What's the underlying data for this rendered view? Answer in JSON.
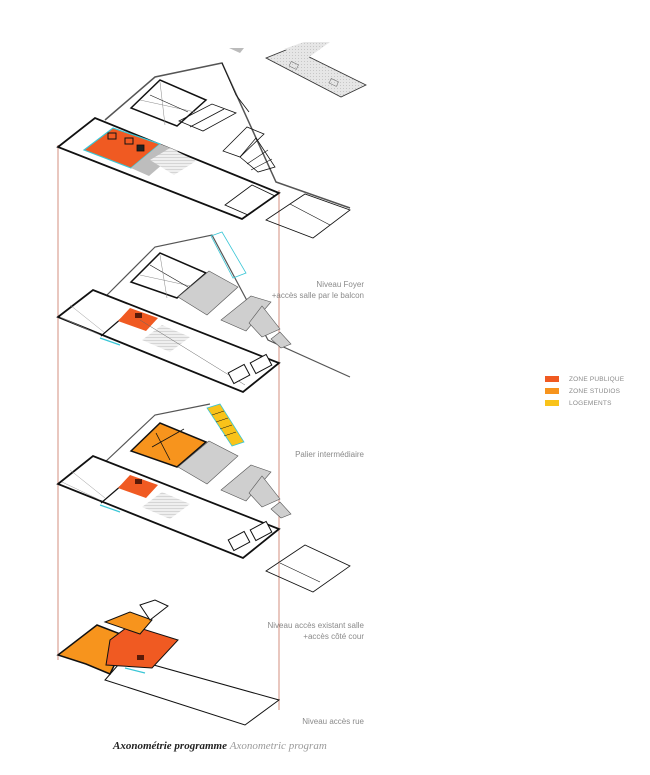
{
  "legend": {
    "items": [
      {
        "label": "ZONE PUBLIQUE",
        "color": "#f05a22"
      },
      {
        "label": "ZONE STUDIOS",
        "color": "#f7941d"
      },
      {
        "label": "LOGEMENTS",
        "color": "#f9c31a"
      }
    ]
  },
  "levels": [
    {
      "line1": "Niveau Foyer",
      "line2": "+accès salle par le balcon"
    },
    {
      "line1": "Palier intermédiaire",
      "line2": ""
    },
    {
      "line1": "Niveau accès existant salle",
      "line2": "+accès côté cour"
    },
    {
      "line1": "Niveau accès rue",
      "line2": ""
    }
  ],
  "caption": {
    "french": "Axonométrie programme",
    "english": "Axonometric program"
  },
  "colors": {
    "guide_line": "#c8735f",
    "wall": "#111111",
    "grey_fill": "#cfcfcf",
    "light_grey": "#e4e4e4",
    "cyan": "#39c6d6"
  }
}
